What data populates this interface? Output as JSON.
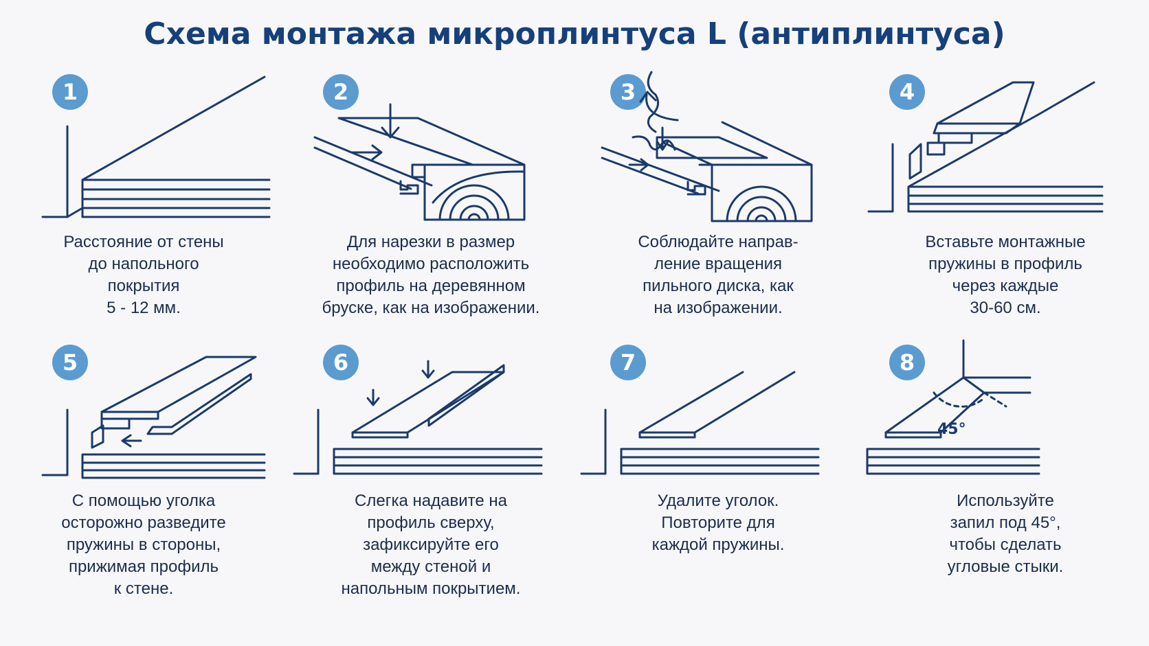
{
  "title": "Схема монтажа микроплинтуса L (антиплинтуса)",
  "steps": [
    {
      "num": "1",
      "lines": [
        "Расстояние от стены",
        "до напольного",
        "покрытия",
        "5 - 12 мм."
      ]
    },
    {
      "num": "2",
      "lines": [
        "Для нарезки в размер",
        "необходимо расположить",
        "профиль на деревянном",
        "бруске, как на изображении."
      ]
    },
    {
      "num": "3",
      "lines": [
        "Соблюдайте направ-",
        "ление вращения",
        "пильного диска, как",
        "на изображении."
      ]
    },
    {
      "num": "4",
      "lines": [
        "Вставьте монтажные",
        "пружины в профиль",
        "через каждые",
        "30-60 см."
      ]
    },
    {
      "num": "5",
      "lines": [
        "С помощью уголка",
        "осторожно разведите",
        "пружины в стороны,",
        "прижимая профиль",
        "к стене."
      ]
    },
    {
      "num": "6",
      "lines": [
        "Слегка надавите на",
        "профиль сверху,",
        "зафиксируйте его",
        "между стеной и",
        "напольным покрытием."
      ]
    },
    {
      "num": "7",
      "lines": [
        "Удалите уголок.",
        "Повторите для",
        "каждой пружины."
      ]
    },
    {
      "num": "8",
      "lines": [
        "Используйте",
        "запил под 45°,",
        "чтобы сделать",
        "угловые стыки."
      ]
    }
  ],
  "angle_label": "45°",
  "colors": {
    "accent": "#5b9bd0",
    "ink": "#1b3a6b",
    "title": "#16407a"
  }
}
